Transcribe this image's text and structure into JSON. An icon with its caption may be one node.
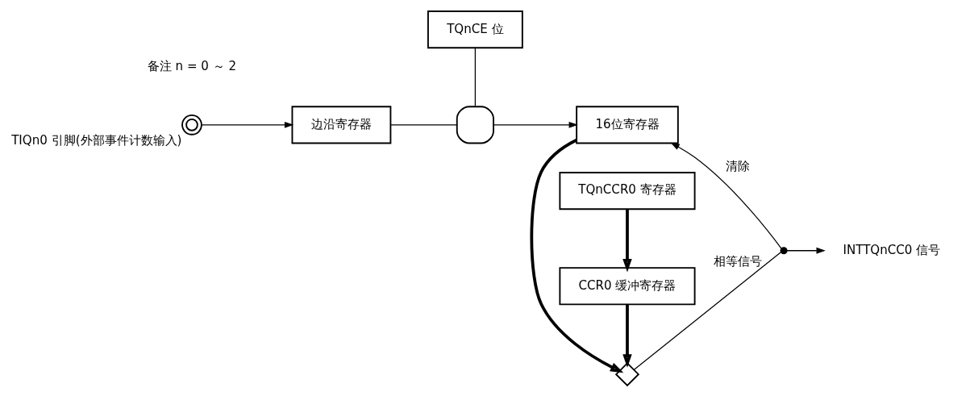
{
  "diagram": {
    "nodes": [
      {
        "text": [],
        "shape": "circle",
        "beside": [
          "TIQn0 引脚(外部事件计数输入)"
        ]
      },
      {
        "text": [
          "边沿寄存器"
        ]
      },
      {
        "text": [],
        "shape": "gate"
      },
      {
        "text": [
          "16位寄存器"
        ]
      },
      {
        "text": [
          "TQnCE 位"
        ]
      },
      {
        "text": [
          "CCR0 缓冲寄存器"
        ]
      },
      {
        "text": [
          "TQnCCR0 寄存器"
        ]
      },
      {
        "text": [],
        "shape": "cross"
      },
      {
        "text": [],
        "shape": "dot"
      },
      {
        "text": [
          "INTTQnCC0 信号"
        ]
      }
    ],
    "edges": [
      {
        "from": 0,
        "to": 1,
        "arrow": "to"
      },
      {
        "from": 1,
        "to": 2,
        "arrow": "none"
      },
      {
        "from": 4,
        "to": 2,
        "arrow": "none"
      },
      {
        "from": 2,
        "to": 3,
        "arrow": "to"
      },
      {
        "from": 3,
        "to": 7,
        "arrow": "to",
        "style": "thick"
      },
      {
        "from": 5,
        "to": 7,
        "arrow": "to",
        "style": "thick"
      },
      {
        "from": 6,
        "to": 5,
        "arrow": "to",
        "style": "thick"
      },
      {
        "from": 7,
        "to": 8,
        "arrow": "none",
        "label": "相等信号"
      },
      {
        "from": 8,
        "to": 9,
        "arrow": "to"
      },
      {
        "from": 8,
        "to": 3,
        "arrow": "to",
        "label": "清除"
      }
    ],
    "labels": [
      "备注 n = 0 ～ 2"
    ]
  }
}
